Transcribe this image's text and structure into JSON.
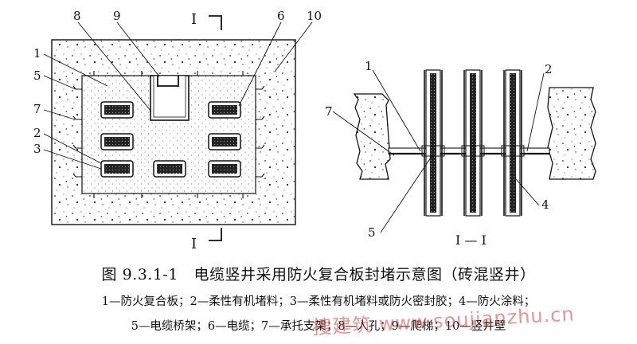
{
  "callouts": {
    "left": {
      "n1": "1",
      "n2": "2",
      "n3": "3",
      "n5": "5",
      "n6": "6",
      "n7": "7",
      "n8": "8",
      "n9": "9",
      "n10": "10"
    },
    "right": {
      "n1": "1",
      "n2": "2",
      "n4": "4",
      "n5": "5",
      "n7": "7"
    }
  },
  "section_marks": {
    "top": "I",
    "bottom": "I",
    "section_label": "I — I"
  },
  "caption": {
    "title": "图 9.3.1-1　电缆竖井采用防火复合板封堵示意图（砖混竖井）",
    "legend_line1": "1—防火复合板；2—柔性有机堵料；3—柔性有机堵料或防火密封胶；4—防火涂料；",
    "legend_line2": "5—电缆桥架；6—电缆；7—承托支架；8—人孔；9—爬梯；10—竖井壁"
  },
  "watermark": "捜建筑 www.soujianzhu.cn",
  "colors": {
    "line": "#111111",
    "watermark": "#d23c3c"
  }
}
